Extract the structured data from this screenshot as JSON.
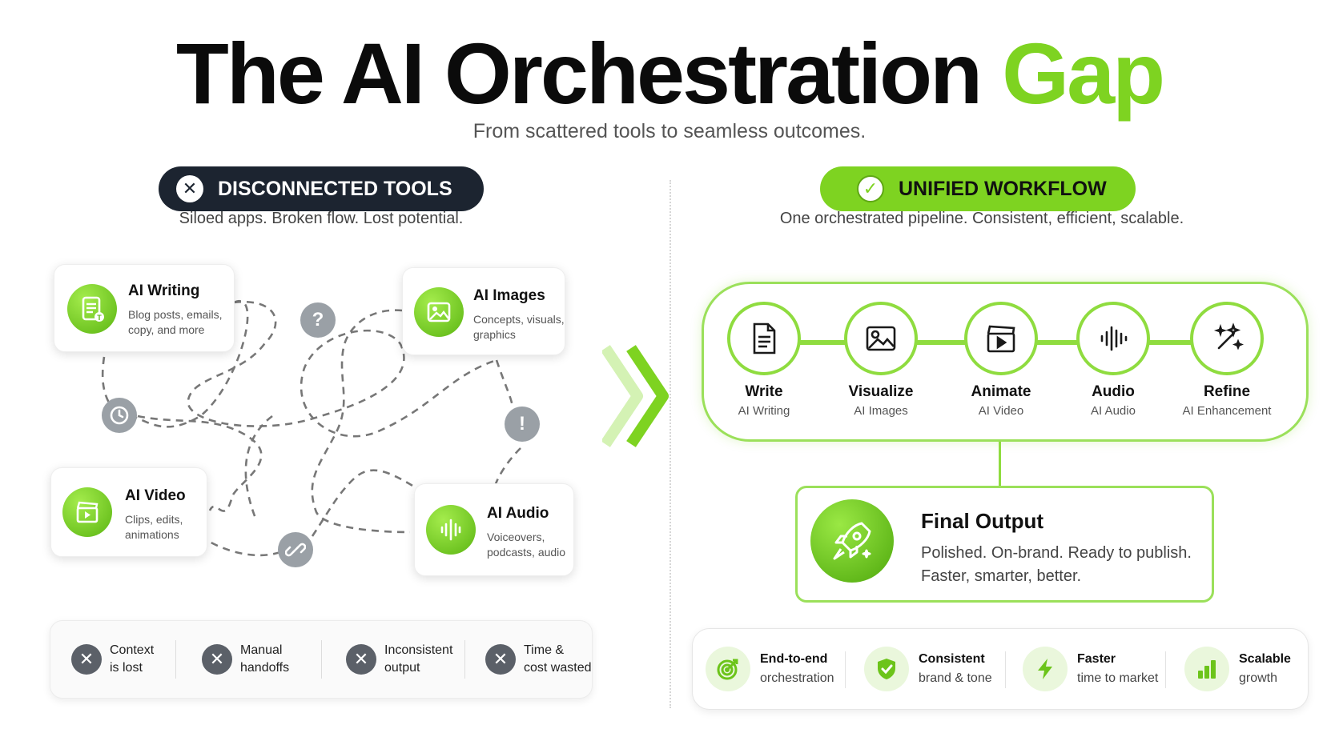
{
  "header": {
    "title_main": "The AI Orchestration",
    "title_accent": "Gap",
    "subtitle": "From scattered tools to seamless outcomes."
  },
  "left": {
    "badge": "DISCONNECTED TOOLS",
    "badge_icon": "x-icon",
    "tagline": "Siloed apps. Broken flow. Lost potential.",
    "tools": [
      {
        "name": "AI Writing",
        "desc_line1": "Blog posts, emails,",
        "desc_line2": "copy, and more",
        "icon": "document-icon"
      },
      {
        "name": "AI Images",
        "desc_line1": "Concepts, visuals,",
        "desc_line2": "graphics",
        "icon": "image-icon"
      },
      {
        "name": "AI Video",
        "desc_line1": "Clips, edits,",
        "desc_line2": "animations",
        "icon": "clapperboard-icon"
      },
      {
        "name": "AI Audio",
        "desc_line1": "Voiceovers,",
        "desc_line2": "podcasts, audio",
        "icon": "soundwave-icon"
      }
    ],
    "badges": {
      "question": "?",
      "exclamation": "!"
    },
    "issues": [
      {
        "line1": "Context",
        "line2": "is lost"
      },
      {
        "line1": "Manual",
        "line2": "handoffs"
      },
      {
        "line1": "Inconsistent",
        "line2": "output"
      },
      {
        "line1": "Time &",
        "line2": "cost wasted"
      }
    ],
    "issue_glyph": "✕"
  },
  "right": {
    "badge": "UNIFIED WORKFLOW",
    "badge_icon": "check-icon",
    "tagline": "One orchestrated pipeline. Consistent, efficient, scalable.",
    "stages": [
      {
        "name": "Write",
        "sub": "AI Writing",
        "icon": "document-icon"
      },
      {
        "name": "Visualize",
        "sub": "AI Images",
        "icon": "image-icon"
      },
      {
        "name": "Animate",
        "sub": "AI Video",
        "icon": "clapperboard-icon"
      },
      {
        "name": "Audio",
        "sub": "AI Audio",
        "icon": "soundwave-icon"
      },
      {
        "name": "Refine",
        "sub": "AI Enhancement",
        "icon": "magic-wand-icon"
      }
    ],
    "final": {
      "title": "Final Output",
      "line1": "Polished. On-brand. Ready to publish.",
      "line2": "Faster, smarter, better.",
      "icon": "rocket-icon"
    },
    "benefits": [
      {
        "line1": "End-to-end",
        "line2": "orchestration",
        "icon": "target-icon"
      },
      {
        "line1": "Consistent",
        "line2": "brand & tone",
        "icon": "shield-check-icon"
      },
      {
        "line1": "Faster",
        "line2": "time to market",
        "icon": "lightning-icon"
      },
      {
        "line1": "Scalable",
        "line2": "growth",
        "icon": "bar-chart-icon"
      }
    ]
  },
  "colors": {
    "accent_green": "#7ed321",
    "dark_navy": "#1c2430",
    "grey_badge": "#9aa0a6"
  }
}
